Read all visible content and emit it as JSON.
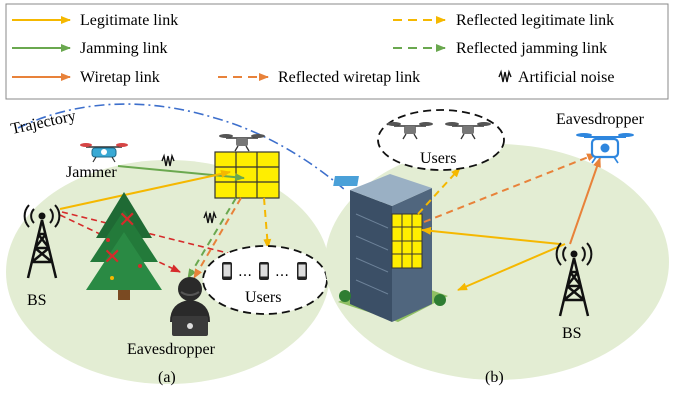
{
  "legend": {
    "legitimate": "Legitimate link",
    "jamming": "Jamming link",
    "wiretap": "Wiretap link",
    "reflected_legitimate": "Reflected legitimate link",
    "reflected_jamming": "Reflected jamming link",
    "reflected_wiretap": "Reflected wiretap link",
    "artificial_noise": "Artificial noise"
  },
  "scene_a": {
    "trajectory": "Trajectory",
    "jammer": "Jammer",
    "bs": "BS",
    "users": "Users",
    "eavesdropper": "Eavesdropper",
    "caption": "(a)"
  },
  "scene_b": {
    "users": "Users",
    "eavesdropper": "Eavesdropper",
    "bs": "BS",
    "caption": "(b)"
  },
  "colors": {
    "legitimate": "#f5b800",
    "jamming": "#6aa84f",
    "wiretap": "#e8823a",
    "oval_fill": "#e3edd3",
    "ris_fill": "#ffee00",
    "trajectory": "#3d6fcc"
  }
}
